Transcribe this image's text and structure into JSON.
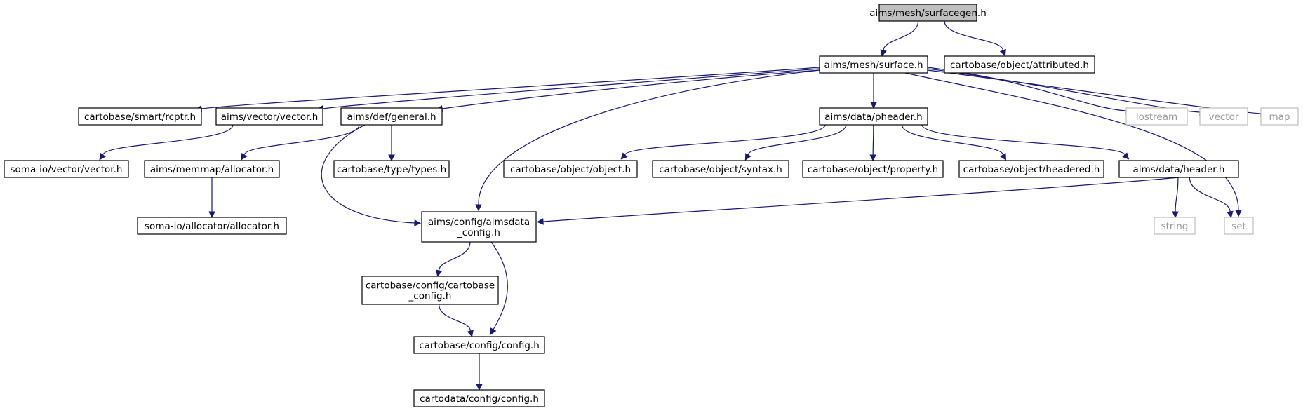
{
  "colors": {
    "edge": "#191970",
    "node_border": "#000000",
    "root_fill": "#bfbfbf",
    "external_border": "#bfbfbf",
    "external_text": "#9a9a9a"
  },
  "nodes": [
    {
      "id": "surfacegen",
      "lines": [
        "aims/mesh/surfacegen.h"
      ],
      "root": true
    },
    {
      "id": "surface",
      "lines": [
        "aims/mesh/surface.h"
      ]
    },
    {
      "id": "attributed",
      "lines": [
        "cartobase/object/attributed.h"
      ]
    },
    {
      "id": "rcptr",
      "lines": [
        "cartobase/smart/rcptr.h"
      ]
    },
    {
      "id": "aimsvector",
      "lines": [
        "aims/vector/vector.h"
      ]
    },
    {
      "id": "general",
      "lines": [
        "aims/def/general.h"
      ]
    },
    {
      "id": "pheader",
      "lines": [
        "aims/data/pheader.h"
      ]
    },
    {
      "id": "iostream",
      "lines": [
        "iostream"
      ],
      "external": true
    },
    {
      "id": "vector",
      "lines": [
        "vector"
      ],
      "external": true
    },
    {
      "id": "map",
      "lines": [
        "map"
      ],
      "external": true
    },
    {
      "id": "somavector",
      "lines": [
        "soma-io/vector/vector.h"
      ]
    },
    {
      "id": "allocator",
      "lines": [
        "aims/memmap/allocator.h"
      ]
    },
    {
      "id": "types",
      "lines": [
        "cartobase/type/types.h"
      ]
    },
    {
      "id": "object",
      "lines": [
        "cartobase/object/object.h"
      ]
    },
    {
      "id": "syntax",
      "lines": [
        "cartobase/object/syntax.h"
      ]
    },
    {
      "id": "property",
      "lines": [
        "cartobase/object/property.h"
      ]
    },
    {
      "id": "headered",
      "lines": [
        "cartobase/object/headered.h"
      ]
    },
    {
      "id": "header",
      "lines": [
        "aims/data/header.h"
      ]
    },
    {
      "id": "somaallocator",
      "lines": [
        "soma-io/allocator/allocator.h"
      ]
    },
    {
      "id": "aimsdataconfig",
      "lines": [
        "aims/config/aimsdata",
        "_config.h"
      ]
    },
    {
      "id": "string",
      "lines": [
        "string"
      ],
      "external": true
    },
    {
      "id": "set",
      "lines": [
        "set"
      ],
      "external": true
    },
    {
      "id": "cartobaseconfig",
      "lines": [
        "cartobase/config/cartobase",
        "_config.h"
      ]
    },
    {
      "id": "config",
      "lines": [
        "cartobase/config/config.h"
      ]
    },
    {
      "id": "cartodataconfig",
      "lines": [
        "cartodata/config/config.h"
      ]
    }
  ],
  "edges": [
    [
      "surfacegen",
      "surface"
    ],
    [
      "surfacegen",
      "attributed"
    ],
    [
      "surface",
      "rcptr"
    ],
    [
      "surface",
      "aimsvector"
    ],
    [
      "surface",
      "general"
    ],
    [
      "surface",
      "aimsdataconfig"
    ],
    [
      "surface",
      "pheader"
    ],
    [
      "surface",
      "set"
    ],
    [
      "surface",
      "iostream"
    ],
    [
      "surface",
      "vector"
    ],
    [
      "surface",
      "map"
    ],
    [
      "aimsvector",
      "somavector"
    ],
    [
      "general",
      "allocator"
    ],
    [
      "general",
      "aimsdataconfig"
    ],
    [
      "general",
      "types"
    ],
    [
      "pheader",
      "object"
    ],
    [
      "pheader",
      "syntax"
    ],
    [
      "pheader",
      "property"
    ],
    [
      "pheader",
      "headered"
    ],
    [
      "pheader",
      "header"
    ],
    [
      "allocator",
      "somaallocator"
    ],
    [
      "header",
      "aimsdataconfig"
    ],
    [
      "header",
      "string"
    ],
    [
      "header",
      "set"
    ],
    [
      "aimsdataconfig",
      "cartobaseconfig"
    ],
    [
      "aimsdataconfig",
      "config"
    ],
    [
      "cartobaseconfig",
      "config"
    ],
    [
      "config",
      "cartodataconfig"
    ]
  ]
}
